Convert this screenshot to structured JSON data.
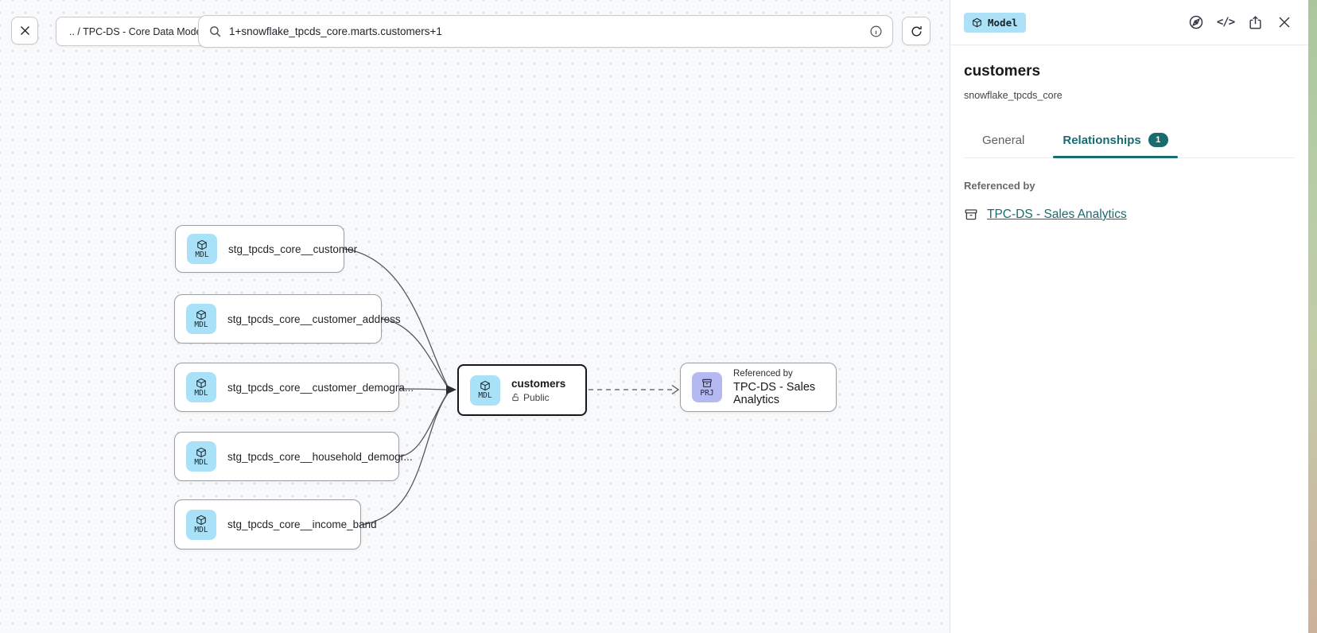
{
  "toolbar": {
    "breadcrumb": ".. / TPC-DS - Core Data Models",
    "search_value": "1+snowflake_tpcds_core.marts.customers+1"
  },
  "icons": {
    "code_glyph": "</>"
  },
  "canvas": {
    "nodes": [
      {
        "badge": "MDL",
        "label": "stg_tpcds_core__customer"
      },
      {
        "badge": "MDL",
        "label": "stg_tpcds_core__customer_address"
      },
      {
        "badge": "MDL",
        "label": "stg_tpcds_core__customer_demogra..."
      },
      {
        "badge": "MDL",
        "label": "stg_tpcds_core__household_demogr..."
      },
      {
        "badge": "MDL",
        "label": "stg_tpcds_core__income_band"
      },
      {
        "badge": "MDL",
        "label": "customers",
        "sublabel": "Public",
        "selected": true
      },
      {
        "badge": "PRJ",
        "overline": "Referenced by",
        "label": "TPC-DS - Sales Analytics"
      }
    ]
  },
  "panel": {
    "type_badge": "Model",
    "title": "customers",
    "subtitle": "snowflake_tpcds_core",
    "tabs": [
      {
        "label": "General",
        "active": false
      },
      {
        "label": "Relationships",
        "count": "1",
        "active": true
      }
    ],
    "section_title": "Referenced by",
    "reference_link": "TPC-DS - Sales Analytics"
  },
  "colors": {
    "accent_teal": "#1a6b70",
    "model_badge_blue": "#a9e2f8",
    "project_badge_purple": "#b5b9f2",
    "canvas_bg": "#f8f9fb",
    "edge": "#53565b"
  }
}
